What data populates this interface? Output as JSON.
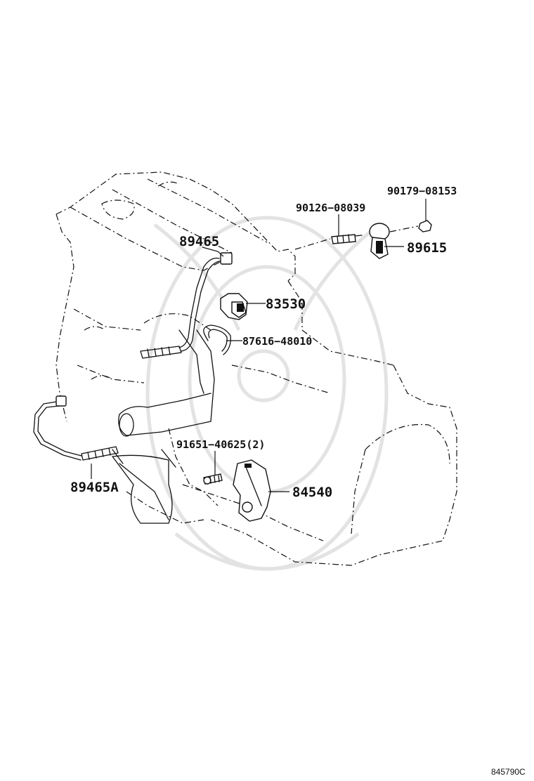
{
  "diagram": {
    "drawing_code": "845790C",
    "parts": [
      {
        "id": "p_89465",
        "label": "89465"
      },
      {
        "id": "p_90126",
        "label": "90126−08039"
      },
      {
        "id": "p_90179",
        "label": "90179−08153"
      },
      {
        "id": "p_89615",
        "label": "89615"
      },
      {
        "id": "p_83530",
        "label": "83530"
      },
      {
        "id": "p_87616",
        "label": "87616−48010"
      },
      {
        "id": "p_91651",
        "label": "91651−40625(2)"
      },
      {
        "id": "p_84540",
        "label": "84540"
      },
      {
        "id": "p_89465a",
        "label": "89465A"
      }
    ]
  }
}
